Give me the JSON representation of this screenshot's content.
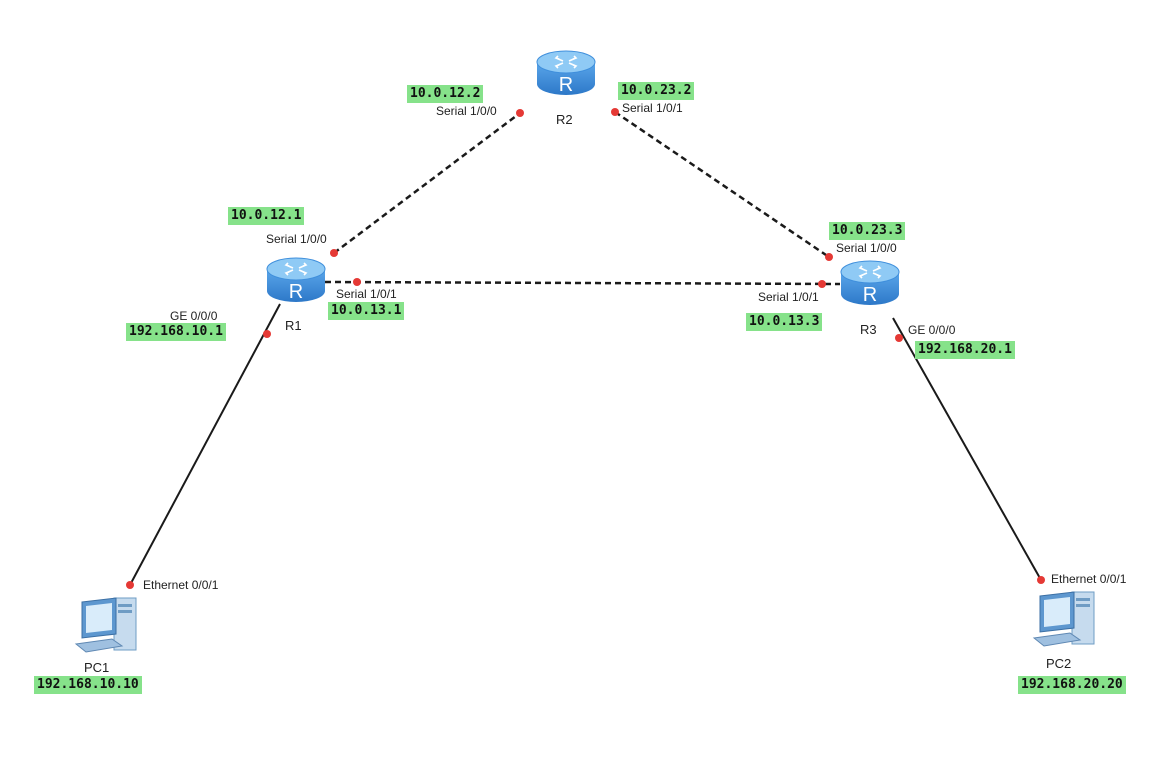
{
  "colors": {
    "link": "#1a1a1a",
    "port_dot": "#e53935",
    "ip_tag_bg": "#86e28a",
    "router_body": "#3f8fdc",
    "router_top": "#7cc0f2",
    "pc_body": "#a8c8e8"
  },
  "devices": {
    "r1": {
      "name": "R1",
      "icon": "router-icon",
      "glyph": "R"
    },
    "r2": {
      "name": "R2",
      "icon": "router-icon",
      "glyph": "R"
    },
    "r3": {
      "name": "R3",
      "icon": "router-icon",
      "glyph": "R"
    },
    "pc1": {
      "name": "PC1",
      "icon": "pc-icon",
      "ip": "192.168.10.10"
    },
    "pc2": {
      "name": "PC2",
      "icon": "pc-icon",
      "ip": "192.168.20.20"
    }
  },
  "ports": {
    "r1_s000": {
      "label": "Serial 1/0/0",
      "ip": "10.0.12.1"
    },
    "r1_s001": {
      "label": "Serial 1/0/1",
      "ip": "10.0.13.1"
    },
    "r1_ge": {
      "label": "GE 0/0/0",
      "ip": "192.168.10.1"
    },
    "r2_s000": {
      "label": "Serial 1/0/0",
      "ip": "10.0.12.2"
    },
    "r2_s001": {
      "label": "Serial 1/0/1",
      "ip": "10.0.23.2"
    },
    "r3_s000": {
      "label": "Serial 1/0/0",
      "ip": "10.0.23.3"
    },
    "r3_s001": {
      "label": "Serial 1/0/1",
      "ip": "10.0.13.3"
    },
    "r3_ge": {
      "label": "GE 0/0/0",
      "ip": "192.168.20.1"
    },
    "pc1_eth": {
      "label": "Ethernet 0/0/1"
    },
    "pc2_eth": {
      "label": "Ethernet 0/0/1"
    }
  },
  "links": [
    {
      "from": "R1",
      "to": "R2",
      "style": "serial-dashed"
    },
    {
      "from": "R2",
      "to": "R3",
      "style": "serial-dashed"
    },
    {
      "from": "R1",
      "to": "R3",
      "style": "serial-dashed"
    },
    {
      "from": "R1",
      "to": "PC1",
      "style": "ethernet-solid"
    },
    {
      "from": "R3",
      "to": "PC2",
      "style": "ethernet-solid"
    }
  ]
}
